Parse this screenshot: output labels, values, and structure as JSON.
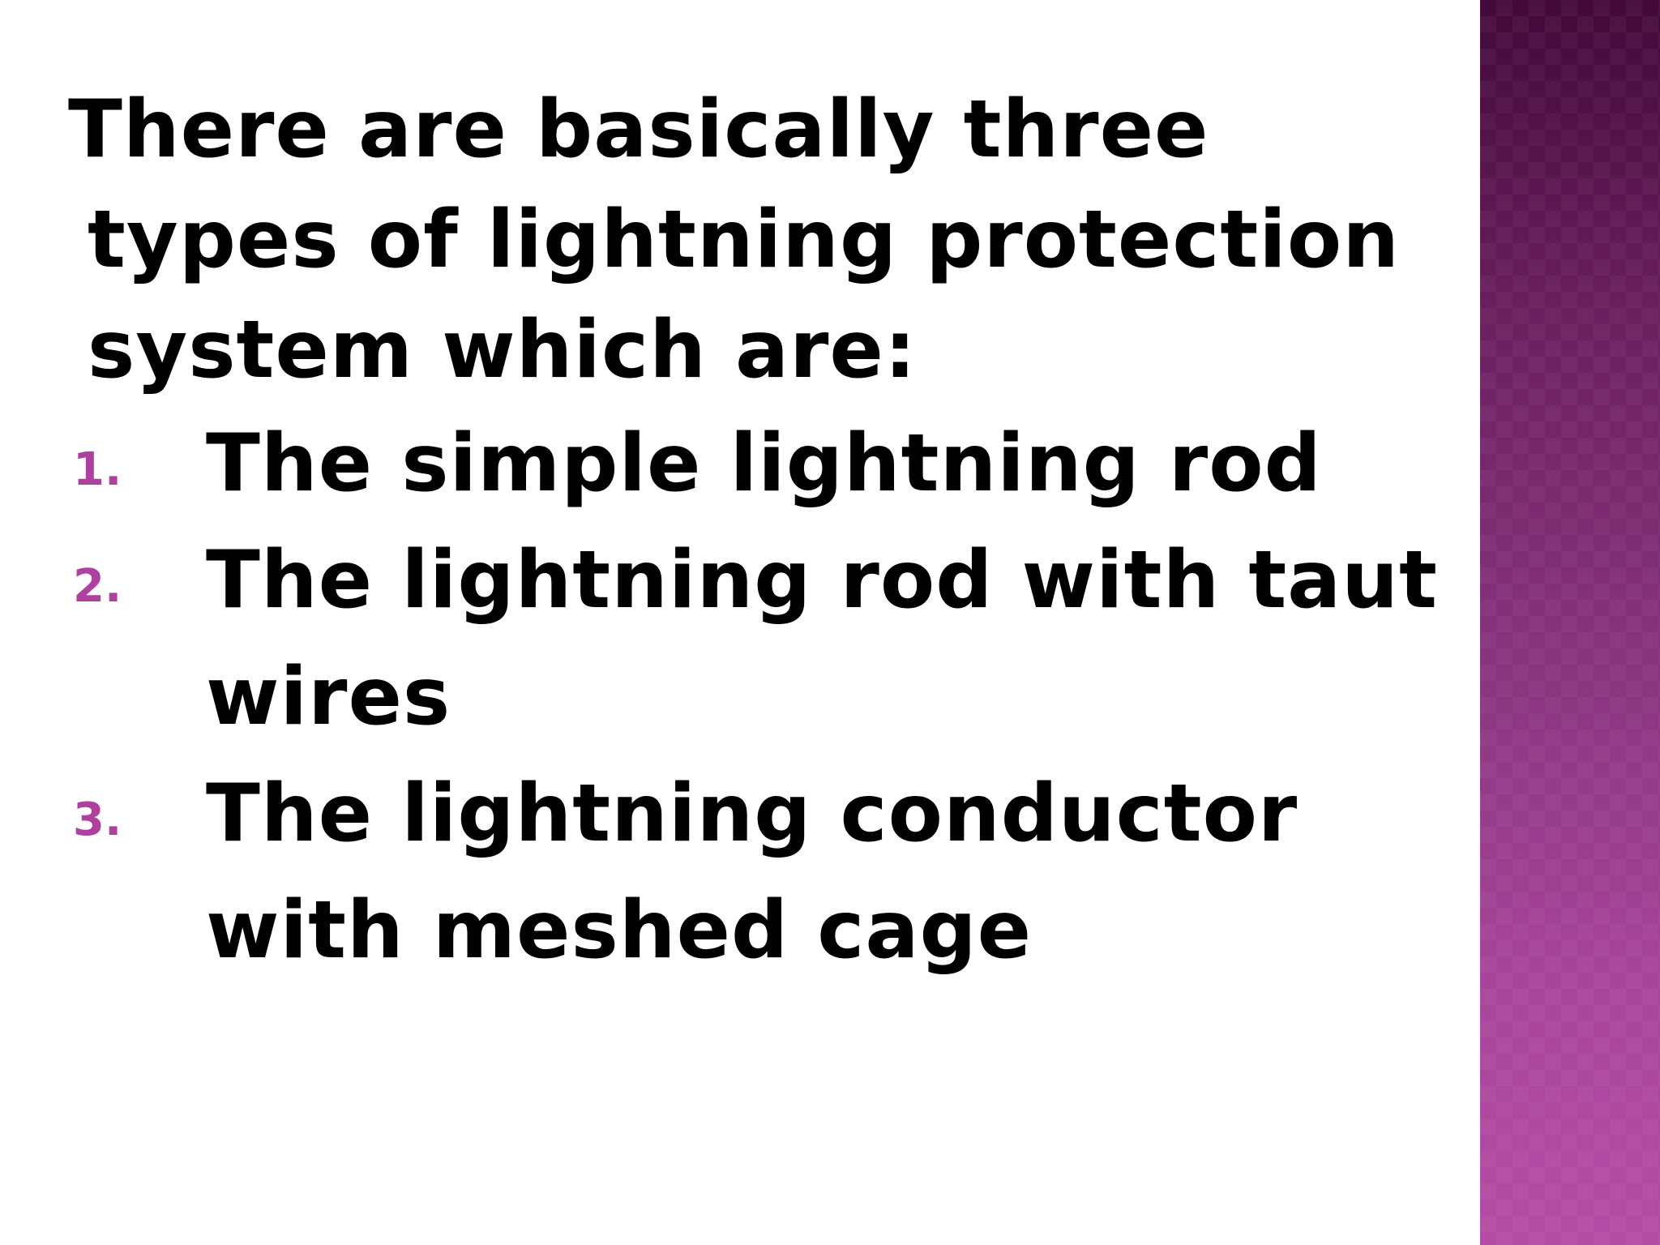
{
  "slide": {
    "intro": "There are basically three types of lightning protection system which are:",
    "items": [
      {
        "number": "1.",
        "text": "The simple lightning rod"
      },
      {
        "number": "2.",
        "text": "The lightning rod with taut wires"
      },
      {
        "number": "3.",
        "text": "The lightning conductor with meshed cage"
      }
    ]
  },
  "colors": {
    "accent": "#b0409f",
    "band_top": "#43093a",
    "band_bottom": "#b44ca5",
    "text": "#000000",
    "background": "#ffffff"
  }
}
